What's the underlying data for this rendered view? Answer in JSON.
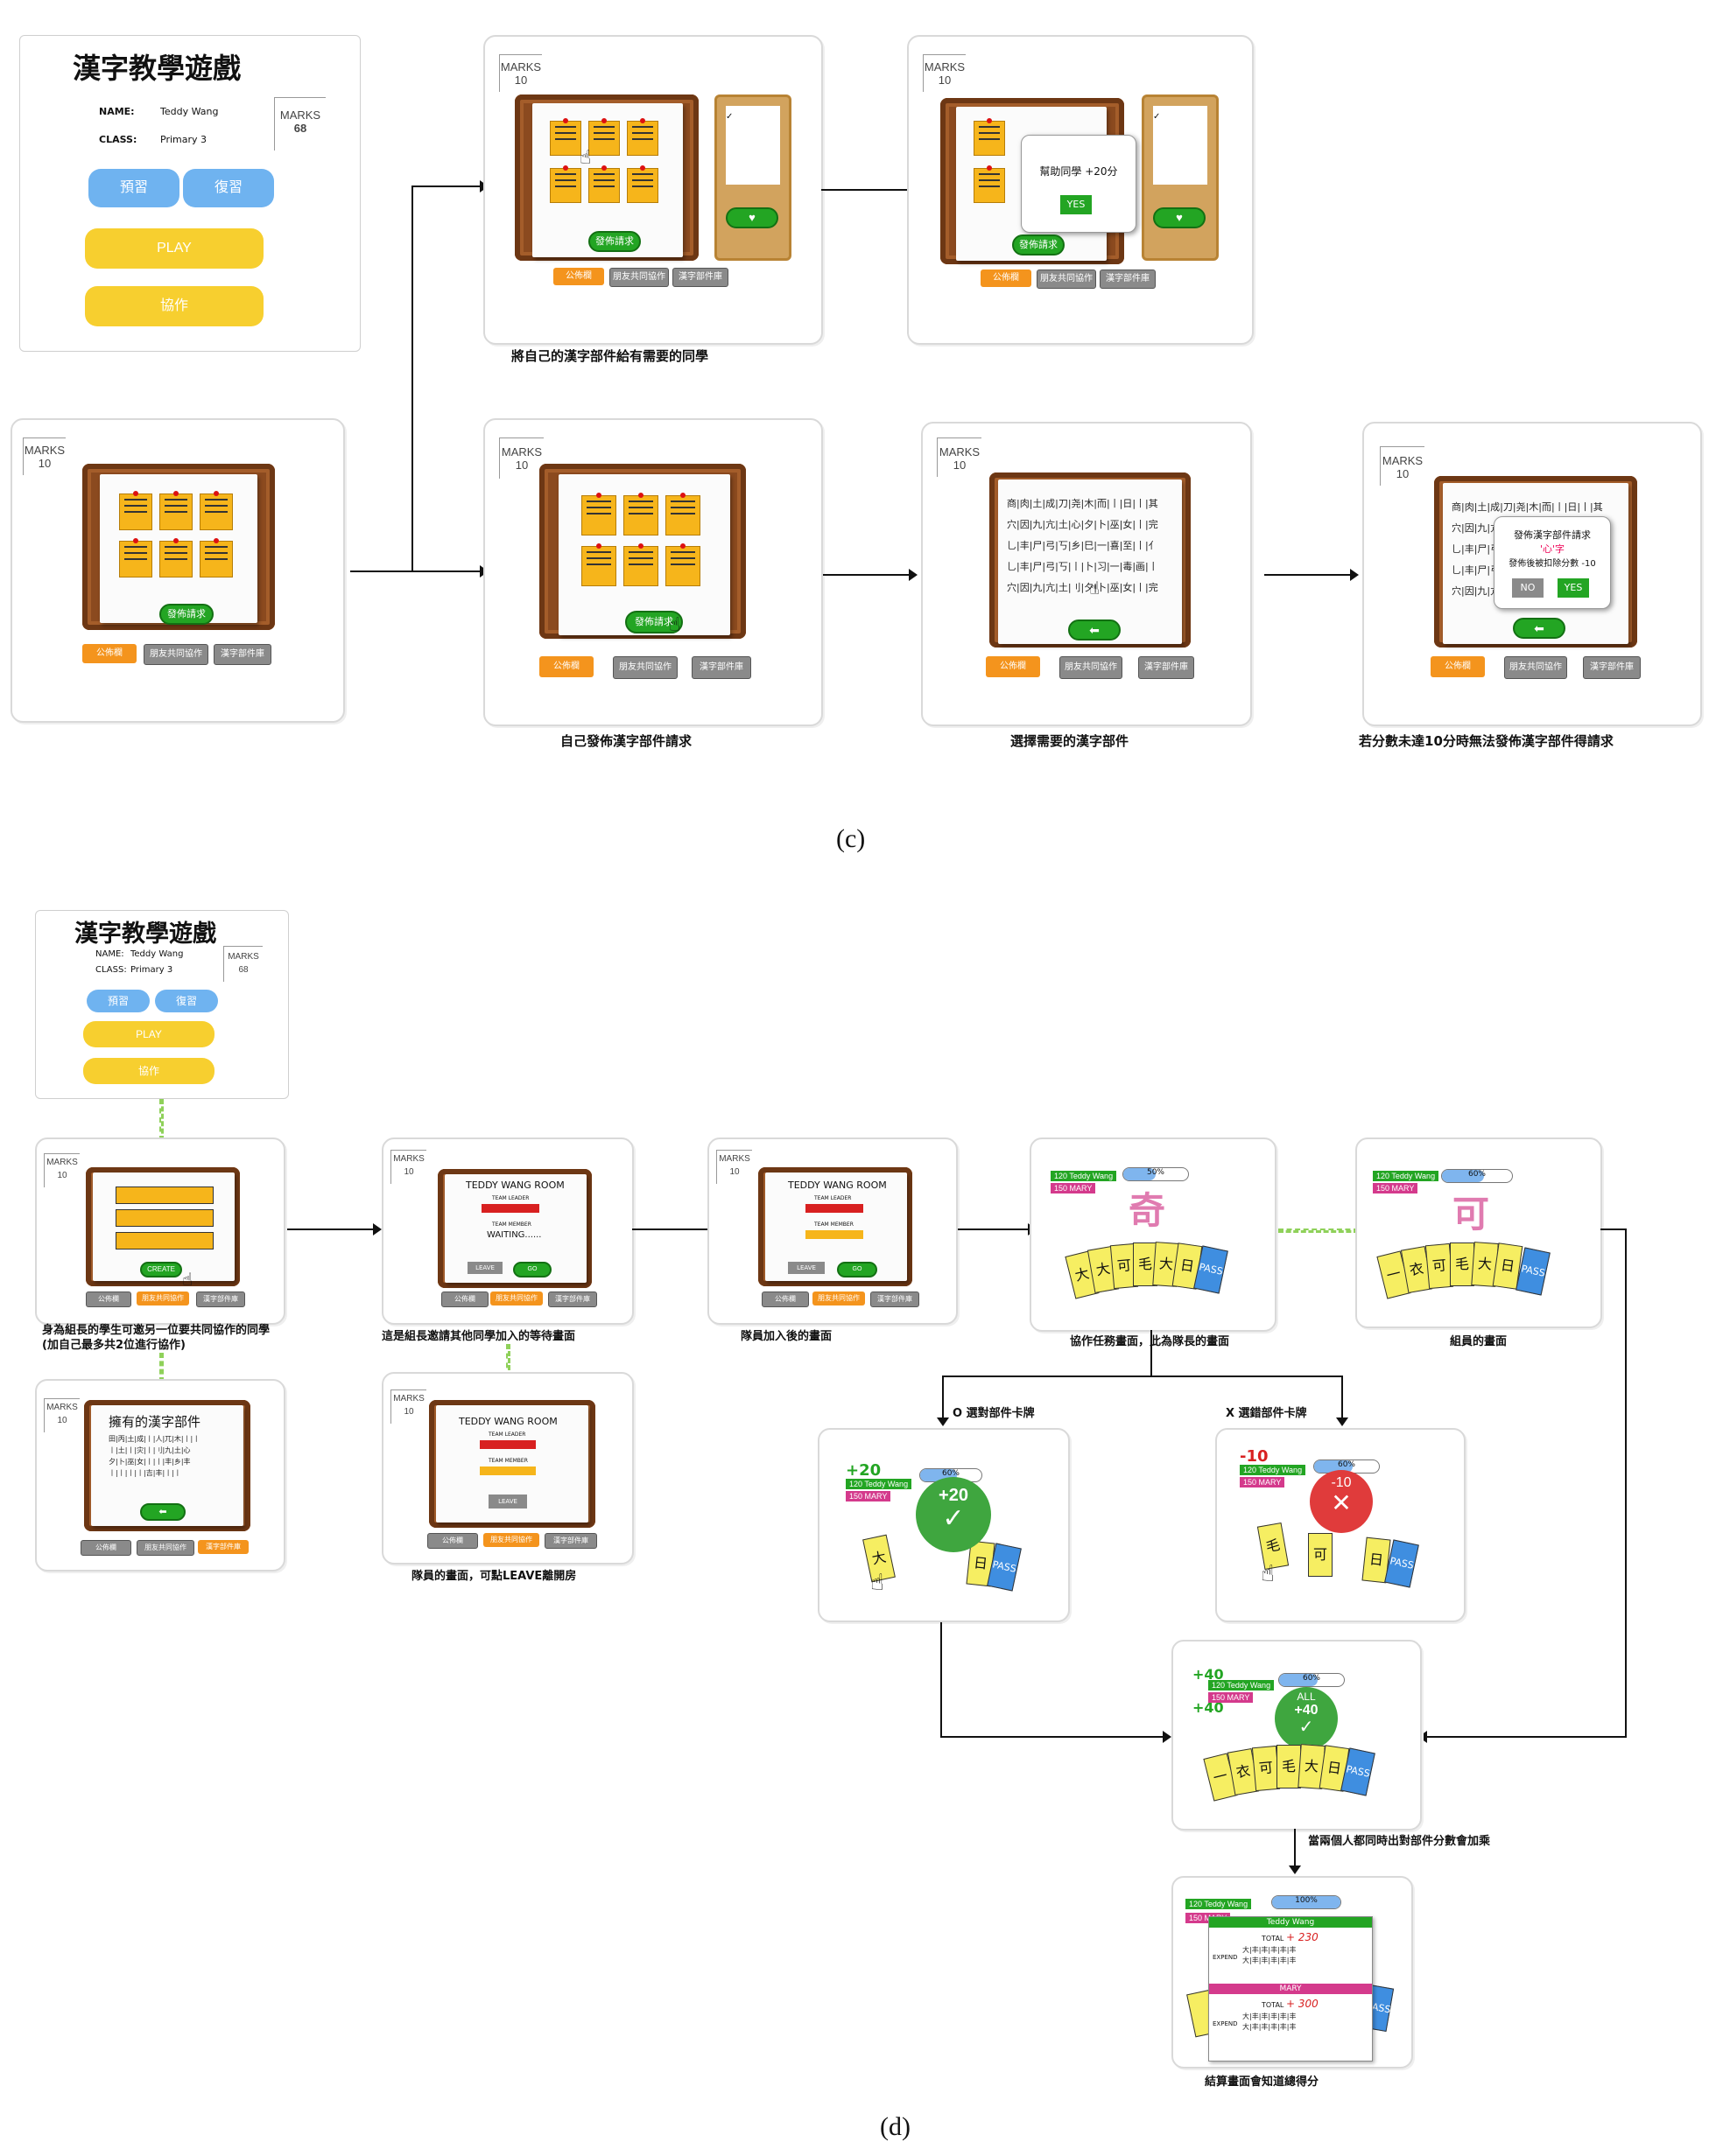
{
  "part_c": {
    "label": "(c)",
    "title_screen": {
      "title": "漢字教學遊戲",
      "name_label": "NAME:",
      "name_value": "Teddy Wang",
      "class_label": "CLASS:",
      "class_value": "Primary 3",
      "marks_label": "MARKS",
      "marks_value": "68",
      "btn_preview": "預習",
      "btn_review": "復習",
      "btn_play": "PLAY",
      "btn_coop": "協作"
    },
    "marks_label": "MARKS",
    "marks_value": "10",
    "tabs": [
      "公佈欄",
      "朋友共同協作",
      "漢字部件庫"
    ],
    "post_request_btn": "發佈請求",
    "popup_give": {
      "text": "幫助同學 +20分",
      "yes": "YES"
    },
    "popup_deduct": {
      "line1": "發佈漢字部件請求",
      "line2": "'心'字",
      "line3": "發佈後被扣除分數 -10",
      "no": "NO",
      "yes": "YES"
    },
    "char_grid": "商|肉|土|成|刀|尧|木|而|丨|日|丨|其\n穴|因|九|亢|土|心|夕|卜|巫|女|丨|完\n乚|丰|尸|弓|丂|乡|巳|一|喜|至|丨|亻\n乚|丰|尸|弓|丂|丨|卜|习|一|毒|画|丨\n穴|因|九|亢|土|刂|夕|卜|巫|女|丨|完",
    "captions": {
      "give": "將自己的漢字部件給有需要的同學",
      "post": "自己發佈漢字部件請求",
      "choose": "選擇需要的漢字部件",
      "insufficient": "若分數未達10分時無法發佈漢字部件得請求"
    }
  },
  "part_d": {
    "label": "(d)",
    "title_screen": {
      "title": "漢字教學遊戲",
      "name_label": "NAME:",
      "name_value": "Teddy Wang",
      "class_label": "CLASS:",
      "class_value": "Primary 3",
      "marks_label": "MARKS",
      "marks_value": "68",
      "btn_preview": "預習",
      "btn_review": "復習",
      "btn_play": "PLAY",
      "btn_coop": "協作"
    },
    "marks_label": "MARKS",
    "marks_value": "10",
    "tabs": [
      "公佈欄",
      "朋友共同協作",
      "漢字部件庫"
    ],
    "create_btn": "CREATE",
    "room_title": "TEDDY WANG ROOM",
    "team_leader": "TEAM LEADER",
    "team_member": "TEAM MEMBER",
    "waiting": "WAITING......",
    "start_btn": "GO",
    "leave_btn": "LEAVE",
    "owned_title": "擁有的漢字部件",
    "owned_grid": "田|丙|土|成|丨|人|兀|木|丨|丨\n丨|土|丨|灾|丨|刂|九|土|心\n夕|卜|巫|女|丨|丨|丰|乡|丰\n丨|丨|丨|丨|吉|丰|丨|丨",
    "player1": "Teddy Wang",
    "player2": "MARY",
    "score1": "120",
    "score2": "150",
    "progress_50": "50%",
    "progress_60": "60%",
    "progress_100": "100%",
    "target_char": "奇",
    "target_char2": "可",
    "cards": [
      "大",
      "大",
      "可",
      "毛",
      "大",
      "日"
    ],
    "cards2": [
      "一",
      "衣",
      "可",
      "毛",
      "大",
      "日"
    ],
    "pass": "PASS",
    "plus20": "+20",
    "minus10": "-10",
    "plus40": "+40",
    "all_label": "ALL",
    "summary": {
      "total_label": "TOTAL",
      "expend_label": "EXPEND",
      "total1": "+ 230",
      "total2": "+ 300",
      "expend1_grid": "大|丰|丰|丰|丰|丰\n大|丰|丰|丰|丰|丰",
      "expend2_grid": "大|丰|丰|丰|丰|丰\n大|丰|丰|丰|丰|丰"
    },
    "branch_o": "O 選對部件卡牌",
    "branch_x": "X 選錯部件卡牌",
    "captions": {
      "leader_invite": "身為組長的學生可邀另一位要共同協作的同學(加自己最多共2位進行協作)",
      "leader_wait": "這是組長邀請其他同學加入的等待畫面",
      "joined": "隊員加入後的畫面",
      "leader_screen": "協作任務畫面，此為隊長的畫面",
      "member_screen": "組員的畫面",
      "member_view": "隊員的畫面，可點LEAVE離開房",
      "both_correct": "當兩個人都同時出對部件分數會加乘",
      "result": "結算畫面會知道總得分"
    }
  }
}
